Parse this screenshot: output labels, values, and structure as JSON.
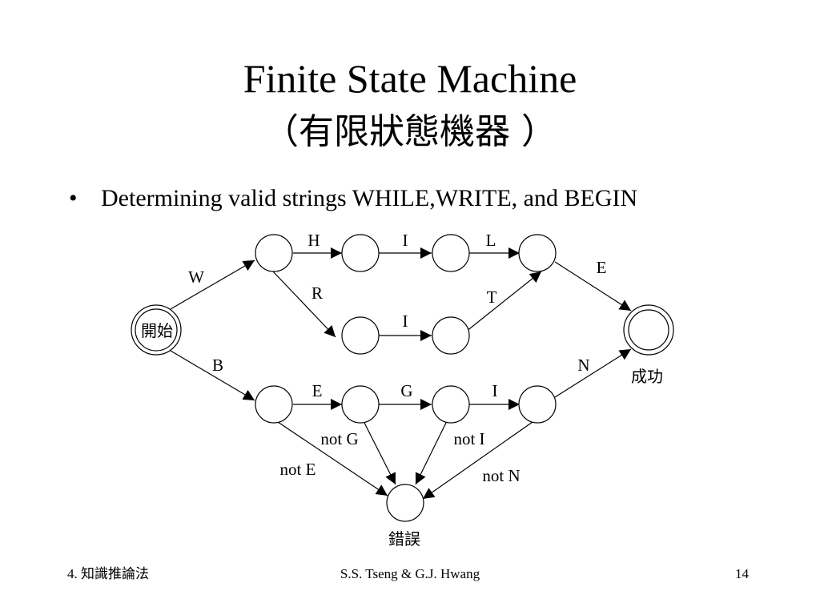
{
  "slide": {
    "title": "Finite State Machine",
    "subtitle": "（有限狀態機器 ）",
    "bullet_symbol": "•",
    "bullet_text": "Determining valid strings WHILE,WRITE, and BEGIN"
  },
  "diagram": {
    "state_labels": {
      "start": "開始",
      "success": "成功",
      "error": "錯誤"
    },
    "edge_labels": {
      "start_w": "W",
      "start_b": "B",
      "w_h": "H",
      "h_i": "I",
      "i_l": "L",
      "l_e": "E",
      "w_r": "R",
      "r_i": "I",
      "i_t": "T",
      "b_e": "E",
      "e_g": "G",
      "g_i": "I",
      "i_n": "N",
      "not_e": "not E",
      "not_g": "not G",
      "not_i": "not I",
      "not_n": "not N"
    }
  },
  "footer": {
    "left": "4. 知識推論法",
    "center": "S.S. Tseng & G.J. Hwang",
    "right": "14"
  }
}
